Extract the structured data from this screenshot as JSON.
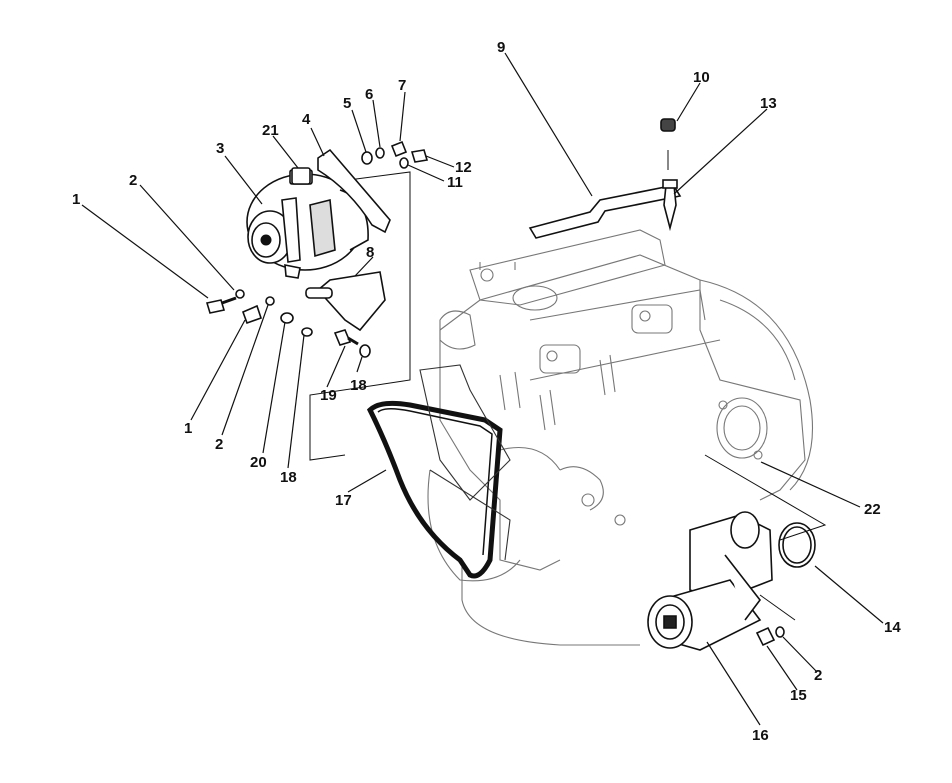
{
  "callouts": [
    {
      "id": "c1a",
      "text": "1"
    },
    {
      "id": "c2a",
      "text": "2"
    },
    {
      "id": "c3",
      "text": "3"
    },
    {
      "id": "c21",
      "text": "21"
    },
    {
      "id": "c4",
      "text": "4"
    },
    {
      "id": "c5",
      "text": "5"
    },
    {
      "id": "c6",
      "text": "6"
    },
    {
      "id": "c7",
      "text": "7"
    },
    {
      "id": "c12",
      "text": "12"
    },
    {
      "id": "c11",
      "text": "11"
    },
    {
      "id": "c8",
      "text": "8"
    },
    {
      "id": "c9",
      "text": "9"
    },
    {
      "id": "c10",
      "text": "10"
    },
    {
      "id": "c13",
      "text": "13"
    },
    {
      "id": "c1b",
      "text": "1"
    },
    {
      "id": "c2b",
      "text": "2"
    },
    {
      "id": "c20",
      "text": "20"
    },
    {
      "id": "c18a",
      "text": "18"
    },
    {
      "id": "c19",
      "text": "19"
    },
    {
      "id": "c18b",
      "text": "18"
    },
    {
      "id": "c17",
      "text": "17"
    },
    {
      "id": "c22",
      "text": "22"
    },
    {
      "id": "c14",
      "text": "14"
    },
    {
      "id": "c2c",
      "text": "2"
    },
    {
      "id": "c15",
      "text": "15"
    },
    {
      "id": "c16",
      "text": "16"
    }
  ]
}
